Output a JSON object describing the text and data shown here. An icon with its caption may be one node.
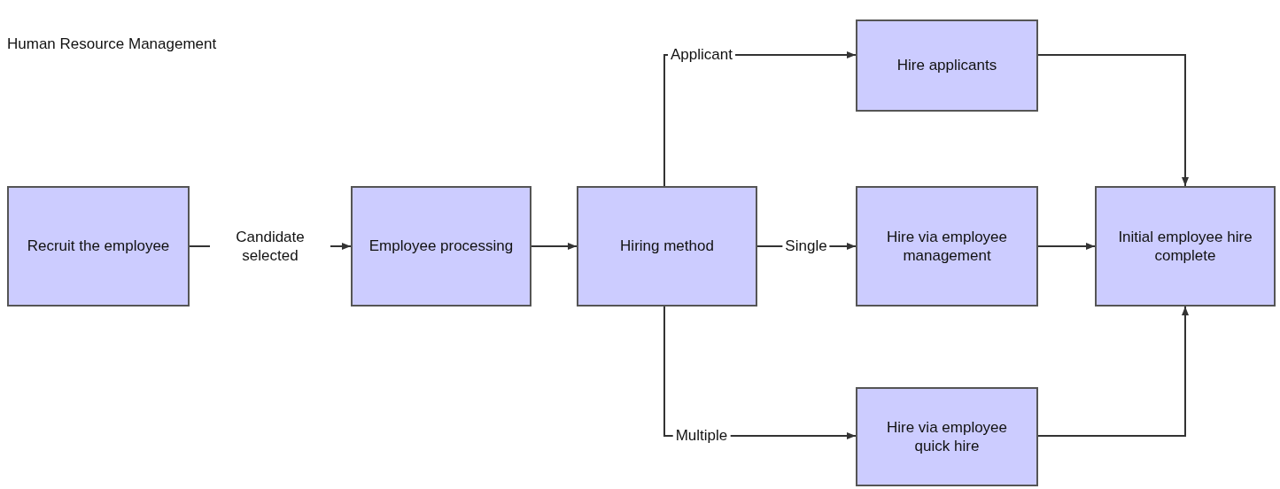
{
  "diagram": {
    "title": "Human Resource Management",
    "nodes": [
      {
        "text": [
          "Recruit the employee"
        ]
      },
      {
        "text": [
          "Employee processing"
        ]
      },
      {
        "text": [
          "Hiring method"
        ]
      },
      {
        "text": [
          "Hire applicants"
        ]
      },
      {
        "text": [
          "Hire via employee management"
        ]
      },
      {
        "text": [
          "Hire via employee quick hire"
        ]
      },
      {
        "text": [
          "Initial employee hire complete"
        ]
      }
    ],
    "edges": [
      {
        "from": 0,
        "to": 1,
        "arrow": "to",
        "label": "Candidate selected"
      },
      {
        "from": 1,
        "to": 2,
        "arrow": "to"
      },
      {
        "from": 2,
        "to": 3,
        "arrow": "to",
        "label": "Applicant"
      },
      {
        "from": 2,
        "to": 4,
        "arrow": "to",
        "label": "Single"
      },
      {
        "from": 2,
        "to": 5,
        "arrow": "to",
        "label": "Multiple"
      },
      {
        "from": 3,
        "to": 6,
        "arrow": "to"
      },
      {
        "from": 4,
        "to": 6,
        "arrow": "to"
      },
      {
        "from": 5,
        "to": 6,
        "arrow": "to"
      }
    ]
  }
}
